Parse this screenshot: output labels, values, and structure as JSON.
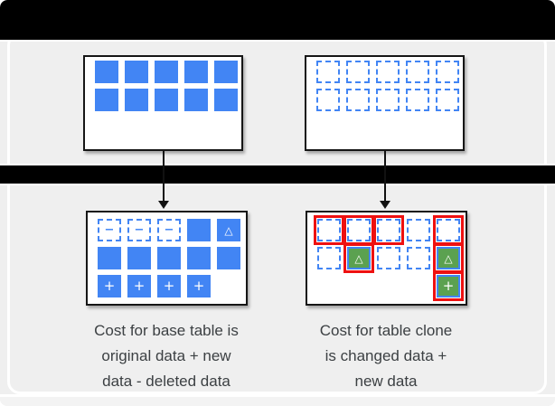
{
  "captions": {
    "base_table": {
      "lines": [
        "Cost for base table is",
        "original data + new",
        "data - deleted data"
      ]
    },
    "table_clone": {
      "lines": [
        "Cost for table clone",
        "is changed data +",
        "new data"
      ]
    }
  },
  "icons": {
    "minus": "−",
    "plus": "+",
    "delta": "△"
  },
  "colors": {
    "blue": "#4285f4",
    "green": "#5ba150",
    "red": "#ee1111",
    "bar": "#000000",
    "text": "#3c4043",
    "panel_bg": "#efefef",
    "footer_bg": "#f3f3f3"
  },
  "boxes": {
    "top_left": {
      "label": "base-table-original-data",
      "rows": [
        [
          "solid",
          "solid",
          "solid",
          "solid",
          "solid"
        ],
        [
          "solid",
          "solid",
          "solid",
          "solid",
          "solid"
        ]
      ]
    },
    "top_right": {
      "label": "table-clone-referenced-data",
      "rows": [
        [
          "dashed",
          "dashed",
          "dashed",
          "dashed",
          "dashed"
        ],
        [
          "dashed",
          "dashed",
          "dashed",
          "dashed",
          "dashed"
        ]
      ]
    },
    "bottom_left": {
      "label": "base-table-after-changes",
      "rows": [
        [
          "dashed+minus",
          "dashed+minus",
          "dashed+minus",
          "solid",
          "solid+delta"
        ],
        [
          "solid",
          "solid",
          "solid",
          "solid",
          "solid"
        ],
        [
          "solid+plus",
          "solid+plus",
          "solid+plus",
          "solid+plus",
          "empty"
        ]
      ]
    },
    "bottom_right": {
      "label": "table-clone-after-changes",
      "rows": [
        [
          "dashed*red",
          "dashed*red",
          "dashed*red",
          "dashed",
          "dashed*red"
        ],
        [
          "dashed",
          "green+delta*red",
          "dashed",
          "dashed",
          "green+delta*red"
        ],
        [
          "empty",
          "empty",
          "empty",
          "empty",
          "green+plus*red"
        ]
      ]
    }
  }
}
